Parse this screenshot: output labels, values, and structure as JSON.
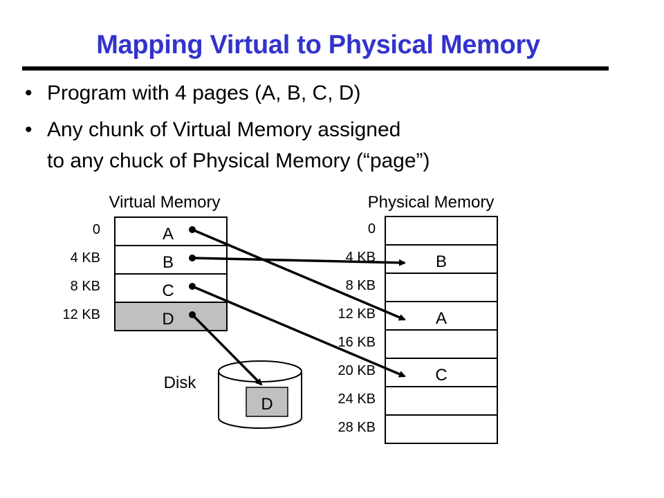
{
  "slide": {
    "title": "Mapping Virtual to Physical Memory",
    "bullets": [
      {
        "marker": "•",
        "lines": [
          "Program with 4 pages (A, B, C, D)"
        ]
      },
      {
        "marker": "•",
        "lines": [
          "Any chunk of Virtual Memory assigned",
          "to any chuck of Physical Memory (“page”)"
        ]
      }
    ]
  },
  "diagram": {
    "virtual": {
      "header": "Virtual Memory",
      "pages": [
        {
          "label": "A",
          "offset": "0",
          "on_disk": false
        },
        {
          "label": "B",
          "offset": "4 KB",
          "on_disk": false
        },
        {
          "label": "C",
          "offset": "8 KB",
          "on_disk": false
        },
        {
          "label": "D",
          "offset": "12 KB",
          "on_disk": true
        }
      ]
    },
    "physical": {
      "header": "Physical Memory",
      "frames": [
        {
          "offset": "0",
          "label": ""
        },
        {
          "offset": "4 KB",
          "label": "B"
        },
        {
          "offset": "8 KB",
          "label": ""
        },
        {
          "offset": "12 KB",
          "label": "A"
        },
        {
          "offset": "16 KB",
          "label": ""
        },
        {
          "offset": "20 KB",
          "label": "C"
        },
        {
          "offset": "24 KB",
          "label": ""
        },
        {
          "offset": "28 KB",
          "label": ""
        }
      ]
    },
    "disk": {
      "label": "Disk",
      "page": "D"
    },
    "mappings": [
      {
        "from": "A",
        "to_frame": 3
      },
      {
        "from": "B",
        "to_frame": 1
      },
      {
        "from": "C",
        "to_frame": 5
      },
      {
        "from": "D",
        "to": "disk"
      }
    ],
    "colors": {
      "disk_page_fill": "#c0c0c0",
      "title": "#3333cc",
      "line": "#000000"
    }
  }
}
